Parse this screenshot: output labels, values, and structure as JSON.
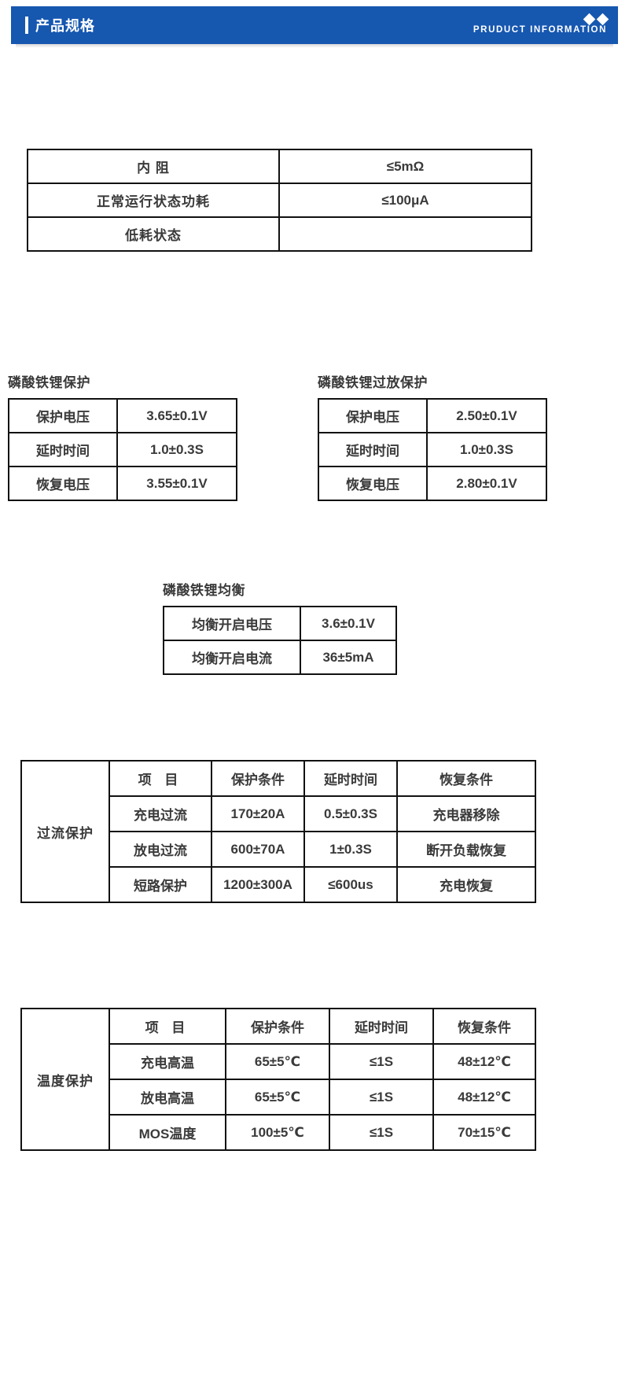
{
  "header": {
    "title": "产品规格",
    "subtitle": "PRUDUCT INFORMATION",
    "accent_color": "#1657b0",
    "diamond_icon": "diamond-icon"
  },
  "basic_spec_table": {
    "rows": [
      {
        "label": "内  阻",
        "value": "≤5mΩ"
      },
      {
        "label": "正常运行状态功耗",
        "value": "≤100μA"
      },
      {
        "label": "低耗状态",
        "value": ""
      }
    ]
  },
  "lifepo4_protection": {
    "caption": "磷酸铁锂保护",
    "rows": [
      {
        "label": "保护电压",
        "value": "3.65±0.1V"
      },
      {
        "label": "延时时间",
        "value": "1.0±0.3S"
      },
      {
        "label": "恢复电压",
        "value": "3.55±0.1V"
      }
    ]
  },
  "lifepo4_over_discharge": {
    "caption": "磷酸铁锂过放保护",
    "rows": [
      {
        "label": "保护电压",
        "value": "2.50±0.1V"
      },
      {
        "label": "延时时间",
        "value": "1.0±0.3S"
      },
      {
        "label": "恢复电压",
        "value": "2.80±0.1V"
      }
    ]
  },
  "lifepo4_balance": {
    "caption": "磷酸铁锂均衡",
    "rows": [
      {
        "label": "均衡开启电压",
        "value": "3.6±0.1V"
      },
      {
        "label": "均衡开启电流",
        "value": "36±5mA"
      }
    ]
  },
  "overcurrent_protection": {
    "side_label": "过流保护",
    "columns": [
      "项  目",
      "保护条件",
      "延时时间",
      "恢复条件"
    ],
    "rows": [
      {
        "item": "充电过流",
        "condition": "170±20A",
        "delay": "0.5±0.3S",
        "recovery": "充电器移除"
      },
      {
        "item": "放电过流",
        "condition": "600±70A",
        "delay": "1±0.3S",
        "recovery": "断开负载恢复"
      },
      {
        "item": "短路保护",
        "condition": "1200±300A",
        "delay": "≤600us",
        "recovery": "充电恢复"
      }
    ]
  },
  "temperature_protection": {
    "side_label": "温度保护",
    "columns": [
      "项  目",
      "保护条件",
      "延时时间",
      "恢复条件"
    ],
    "rows": [
      {
        "item": "充电高温",
        "condition": "65±5℃",
        "delay": "≤1S",
        "recovery": "48±12℃"
      },
      {
        "item": "放电高温",
        "condition": "65±5℃",
        "delay": "≤1S",
        "recovery": "48±12℃"
      },
      {
        "item": "MOS温度",
        "condition": "100±5℃",
        "delay": "≤1S",
        "recovery": "70±15℃"
      }
    ]
  }
}
